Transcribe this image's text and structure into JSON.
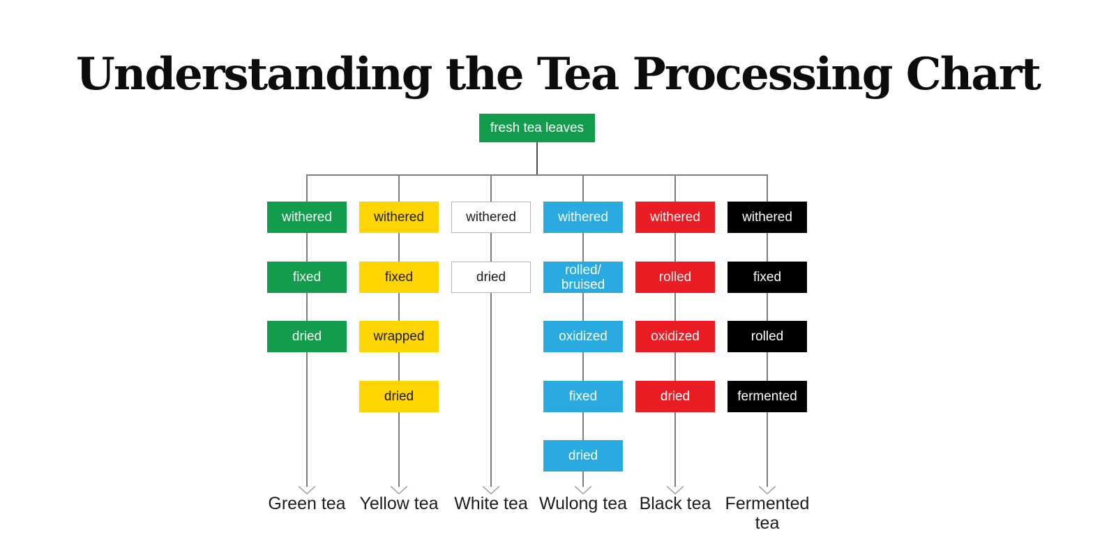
{
  "title": "Understanding the Tea Processing Chart",
  "chart_data": {
    "type": "flowchart",
    "root": {
      "label": "fresh tea leaves",
      "fill": "#129C4B",
      "text_color": "#ffffff"
    },
    "connector_color": "#7d7d7d",
    "arrowhead_color": "#9a9a9a",
    "columns": [
      {
        "id": "green-tea",
        "result": "Green tea",
        "fill": "#129C4B",
        "text_color": "#ffffff",
        "border_color": "",
        "steps": [
          "withered",
          "fixed",
          "dried"
        ]
      },
      {
        "id": "yellow-tea",
        "result": "Yellow tea",
        "fill": "#FFD500",
        "text_color": "#1a1a1a",
        "border_color": "",
        "steps": [
          "withered",
          "fixed",
          "wrapped",
          "dried"
        ]
      },
      {
        "id": "white-tea",
        "result": "White tea",
        "fill": "#ffffff",
        "text_color": "#1a1a1a",
        "border_color": "#b3b3b3",
        "steps": [
          "withered",
          "dried"
        ]
      },
      {
        "id": "wulong-tea",
        "result": "Wulong tea",
        "fill": "#29ABE2",
        "text_color": "#ffffff",
        "border_color": "",
        "steps": [
          "withered",
          "rolled/\nbruised",
          "oxidized",
          "fixed",
          "dried"
        ]
      },
      {
        "id": "black-tea",
        "result": "Black tea",
        "fill": "#EC1C24",
        "text_color": "#ffffff",
        "border_color": "",
        "steps": [
          "withered",
          "rolled",
          "oxidized",
          "dried"
        ]
      },
      {
        "id": "fermented-tea",
        "result": "Fermented tea",
        "fill": "#000000",
        "text_color": "#ffffff",
        "border_color": "",
        "steps": [
          "withered",
          "fixed",
          "rolled",
          "fermented"
        ]
      }
    ]
  }
}
